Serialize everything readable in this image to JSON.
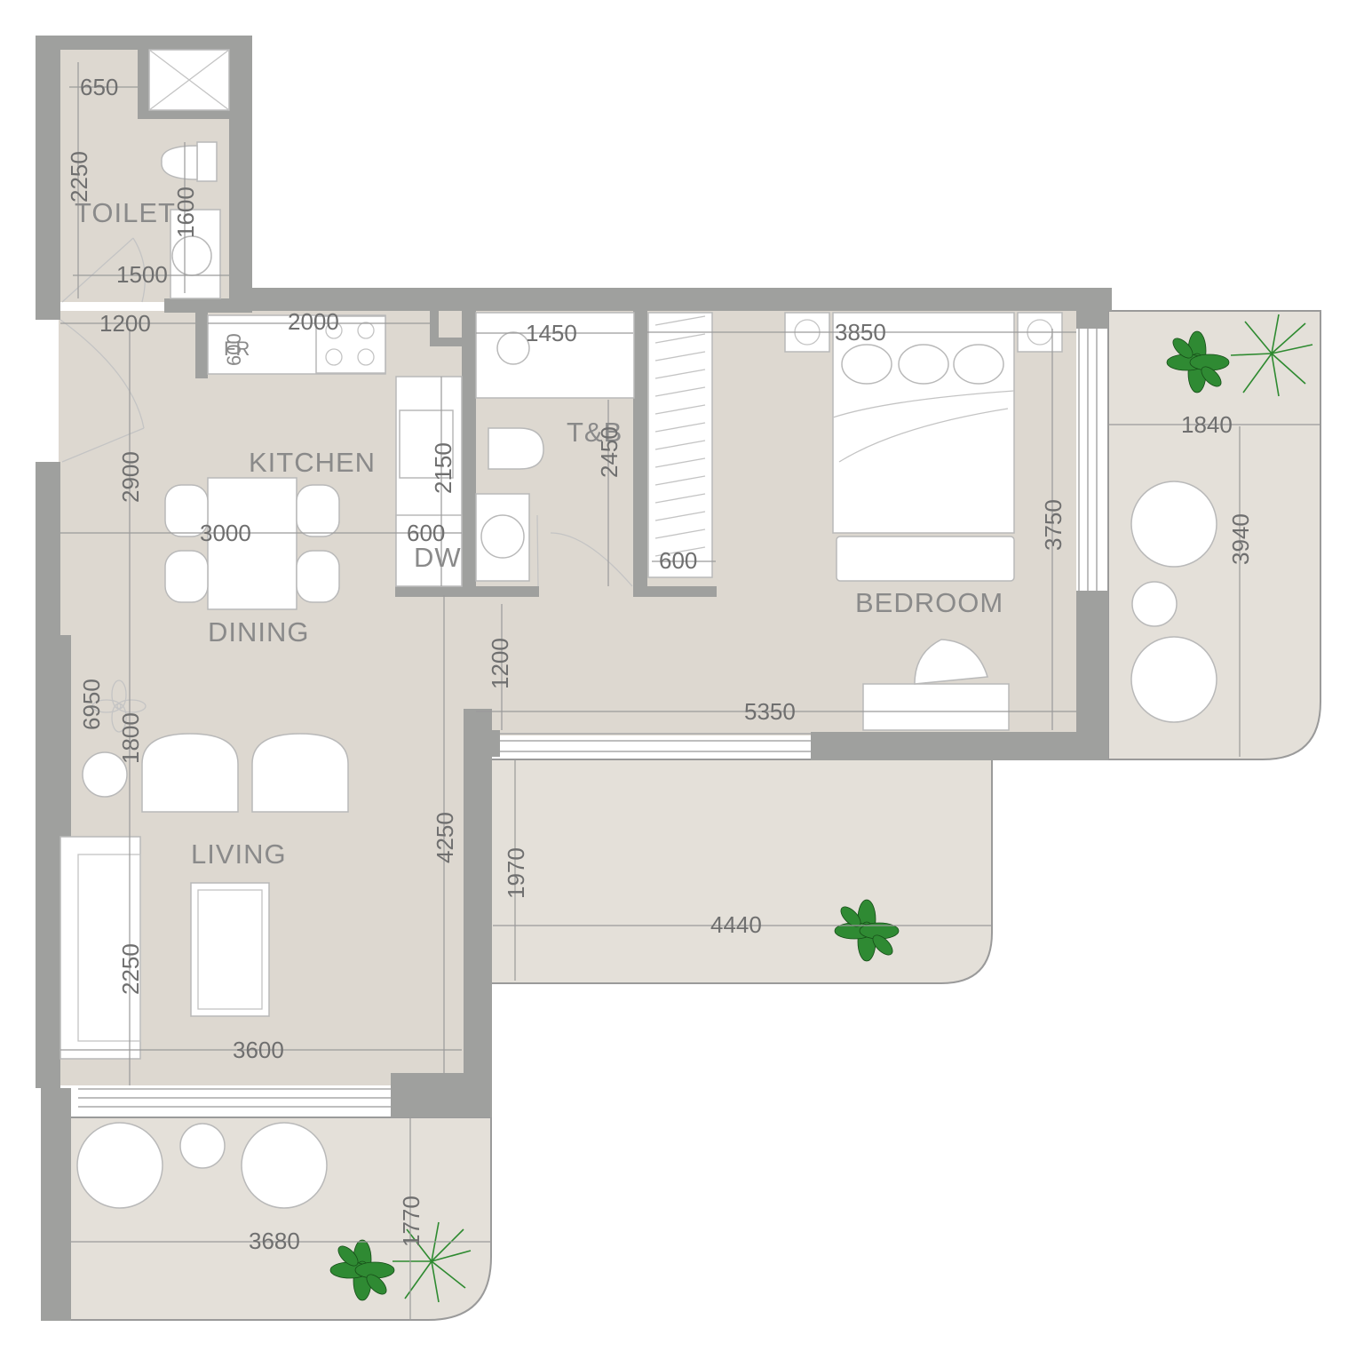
{
  "rooms": {
    "toilet": "TOILET",
    "kitchen": "KITCHEN",
    "dining": "DINING",
    "living": "LIVING",
    "bedroom": "BEDROOM",
    "tb": "T&B"
  },
  "appliances": {
    "fridge": "FR",
    "dishwasher": "DW"
  },
  "dimensions": {
    "toilet_650": "650",
    "toilet_2250": "2250",
    "toilet_1600": "1600",
    "toilet_1500": "1500",
    "entry_1200": "1200",
    "kitchen_2000": "2000",
    "fridge_600": "600",
    "tb_1450": "1450",
    "bedroom_3850": "3850",
    "kitchen_2900": "2900",
    "kitchen_2150": "2150",
    "tb_2450": "2450",
    "dining_3000": "3000",
    "dw_600": "600",
    "wardrobe_600": "600",
    "bedroom_3750": "3750",
    "balcony_1840": "1840",
    "balcony_3940": "3940",
    "door_1200": "1200",
    "bedroom_5350": "5350",
    "total_6950": "6950",
    "living_1800": "1800",
    "living_4250": "4250",
    "terrace_1970": "1970",
    "terrace_4440": "4440",
    "living_2250": "2250",
    "living_3600": "3600",
    "balcony_1770": "1770",
    "balcony_3680": "3680"
  }
}
